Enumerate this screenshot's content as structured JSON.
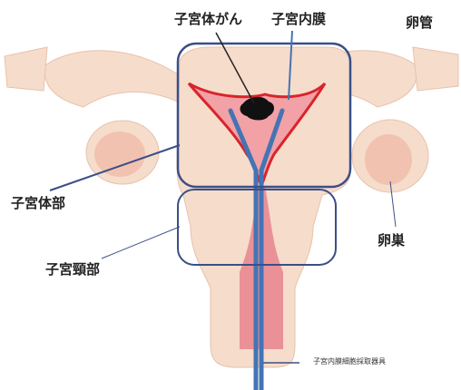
{
  "labels": {
    "corpus_cancer": "子宮体がん",
    "endometrium": "子宮内膜",
    "fallopian_tube": "卵管",
    "uterine_body": "子宮体部",
    "ovary": "卵巣",
    "cervix": "子宮頸部",
    "sampling_device": "子宮内膜細胞採取器具"
  },
  "colors": {
    "tissue": "#f6dccb",
    "tissue_edge": "#e7c2ad",
    "ovary": "#f0b9a8",
    "cavity": "#f2a1a6",
    "endometrium_line": "#d8242b",
    "canal": "#e8848f",
    "box_outline": "#3b4f87",
    "device": "#4474b4",
    "tumor": "#111111"
  }
}
